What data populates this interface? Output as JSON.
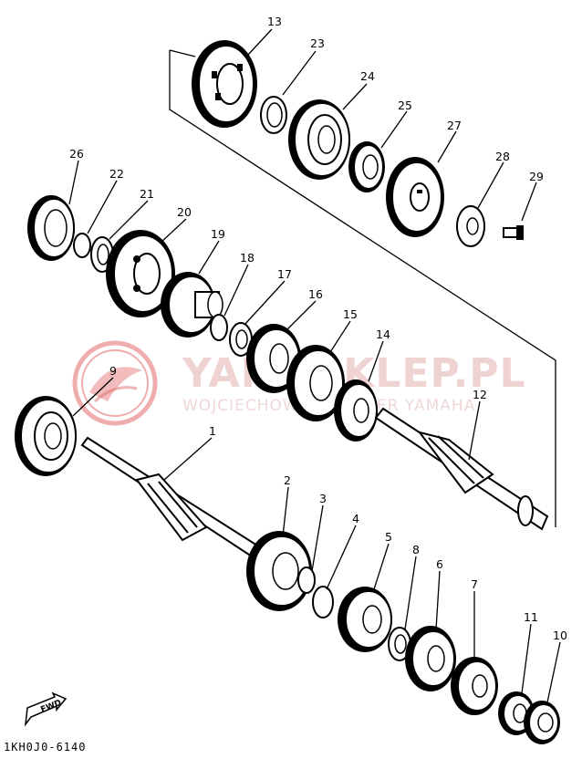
{
  "watermark": {
    "title": "YAMASKLEP.PL",
    "subtitle": "WOJCIECHOWSKI DEALER YAMAHA",
    "logo_color": "#e26a6a",
    "text_color": "#efd2d2"
  },
  "diagram_code": "1KH0J0-6140",
  "fwd_label": "FWD",
  "callouts": [
    {
      "id": "c1",
      "label": "1"
    },
    {
      "id": "c2",
      "label": "2"
    },
    {
      "id": "c3",
      "label": "3"
    },
    {
      "id": "c4",
      "label": "4"
    },
    {
      "id": "c5",
      "label": "5"
    },
    {
      "id": "c6",
      "label": "6"
    },
    {
      "id": "c7",
      "label": "7"
    },
    {
      "id": "c8",
      "label": "8"
    },
    {
      "id": "c9",
      "label": "9"
    },
    {
      "id": "c10",
      "label": "10"
    },
    {
      "id": "c11",
      "label": "11"
    },
    {
      "id": "c12",
      "label": "12"
    },
    {
      "id": "c13",
      "label": "13"
    },
    {
      "id": "c14",
      "label": "14"
    },
    {
      "id": "c15",
      "label": "15"
    },
    {
      "id": "c16",
      "label": "16"
    },
    {
      "id": "c17",
      "label": "17"
    },
    {
      "id": "c18",
      "label": "18"
    },
    {
      "id": "c19",
      "label": "19"
    },
    {
      "id": "c20",
      "label": "20"
    },
    {
      "id": "c21",
      "label": "21"
    },
    {
      "id": "c22",
      "label": "22"
    },
    {
      "id": "c23",
      "label": "23"
    },
    {
      "id": "c24",
      "label": "24"
    },
    {
      "id": "c25",
      "label": "25"
    },
    {
      "id": "c26",
      "label": "26"
    },
    {
      "id": "c27",
      "label": "27"
    },
    {
      "id": "c28",
      "label": "28"
    },
    {
      "id": "c29",
      "label": "29"
    }
  ]
}
